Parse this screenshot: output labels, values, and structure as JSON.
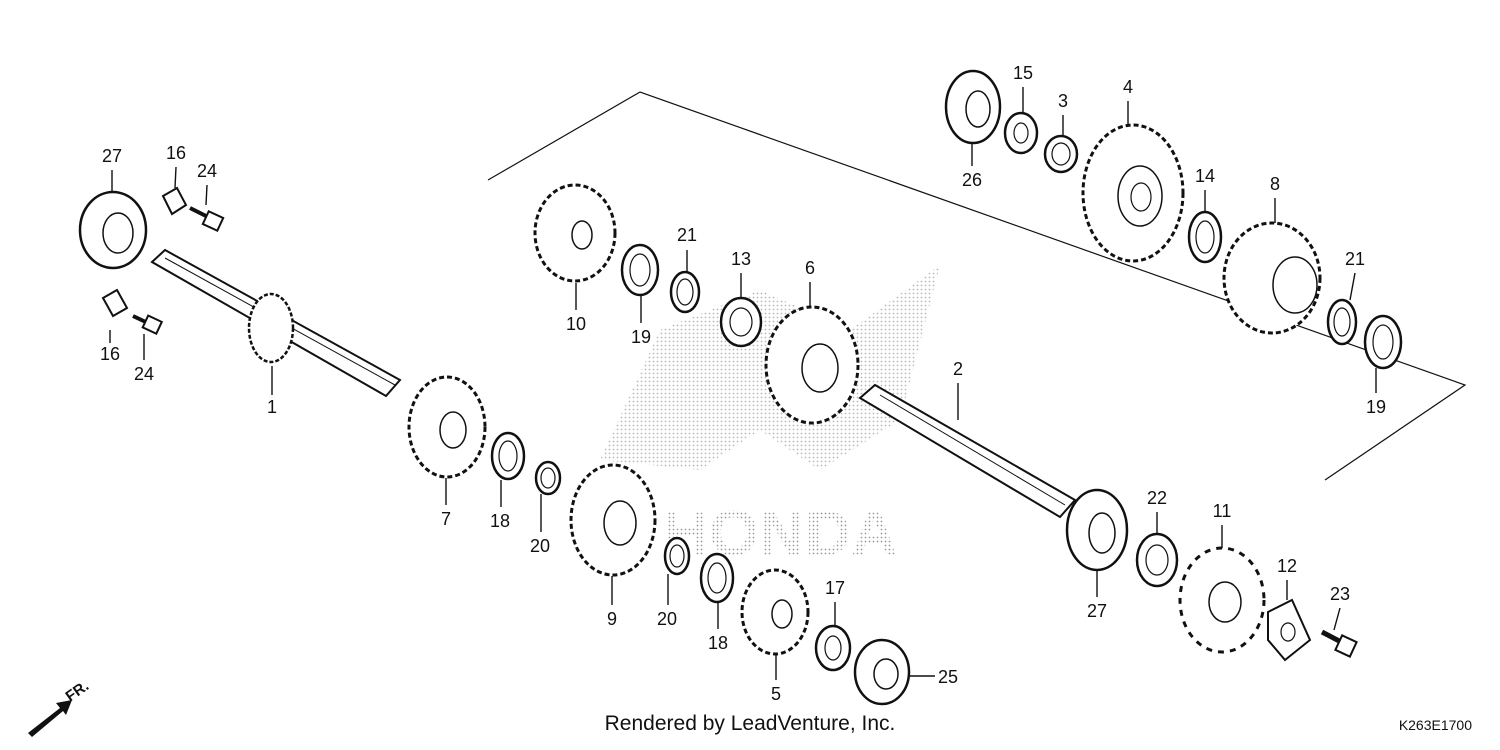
{
  "footer": {
    "credit": "Rendered by LeadVenture, Inc.",
    "diagram_code": "K263E1700"
  },
  "direction": {
    "label": "FR."
  },
  "watermark": {
    "brand": "HONDA"
  },
  "parts": [
    {
      "label": "27"
    },
    {
      "label": "16"
    },
    {
      "label": "24"
    },
    {
      "label": "16"
    },
    {
      "label": "24"
    },
    {
      "label": "1"
    },
    {
      "label": "10"
    },
    {
      "label": "19"
    },
    {
      "label": "21"
    },
    {
      "label": "13"
    },
    {
      "label": "6"
    },
    {
      "label": "7"
    },
    {
      "label": "18"
    },
    {
      "label": "20"
    },
    {
      "label": "9"
    },
    {
      "label": "20"
    },
    {
      "label": "18"
    },
    {
      "label": "17"
    },
    {
      "label": "5"
    },
    {
      "label": "25"
    },
    {
      "label": "26"
    },
    {
      "label": "15"
    },
    {
      "label": "3"
    },
    {
      "label": "4"
    },
    {
      "label": "14"
    },
    {
      "label": "8"
    },
    {
      "label": "21"
    },
    {
      "label": "19"
    },
    {
      "label": "2"
    },
    {
      "label": "27"
    },
    {
      "label": "22"
    },
    {
      "label": "11"
    },
    {
      "label": "12"
    },
    {
      "label": "23"
    }
  ]
}
